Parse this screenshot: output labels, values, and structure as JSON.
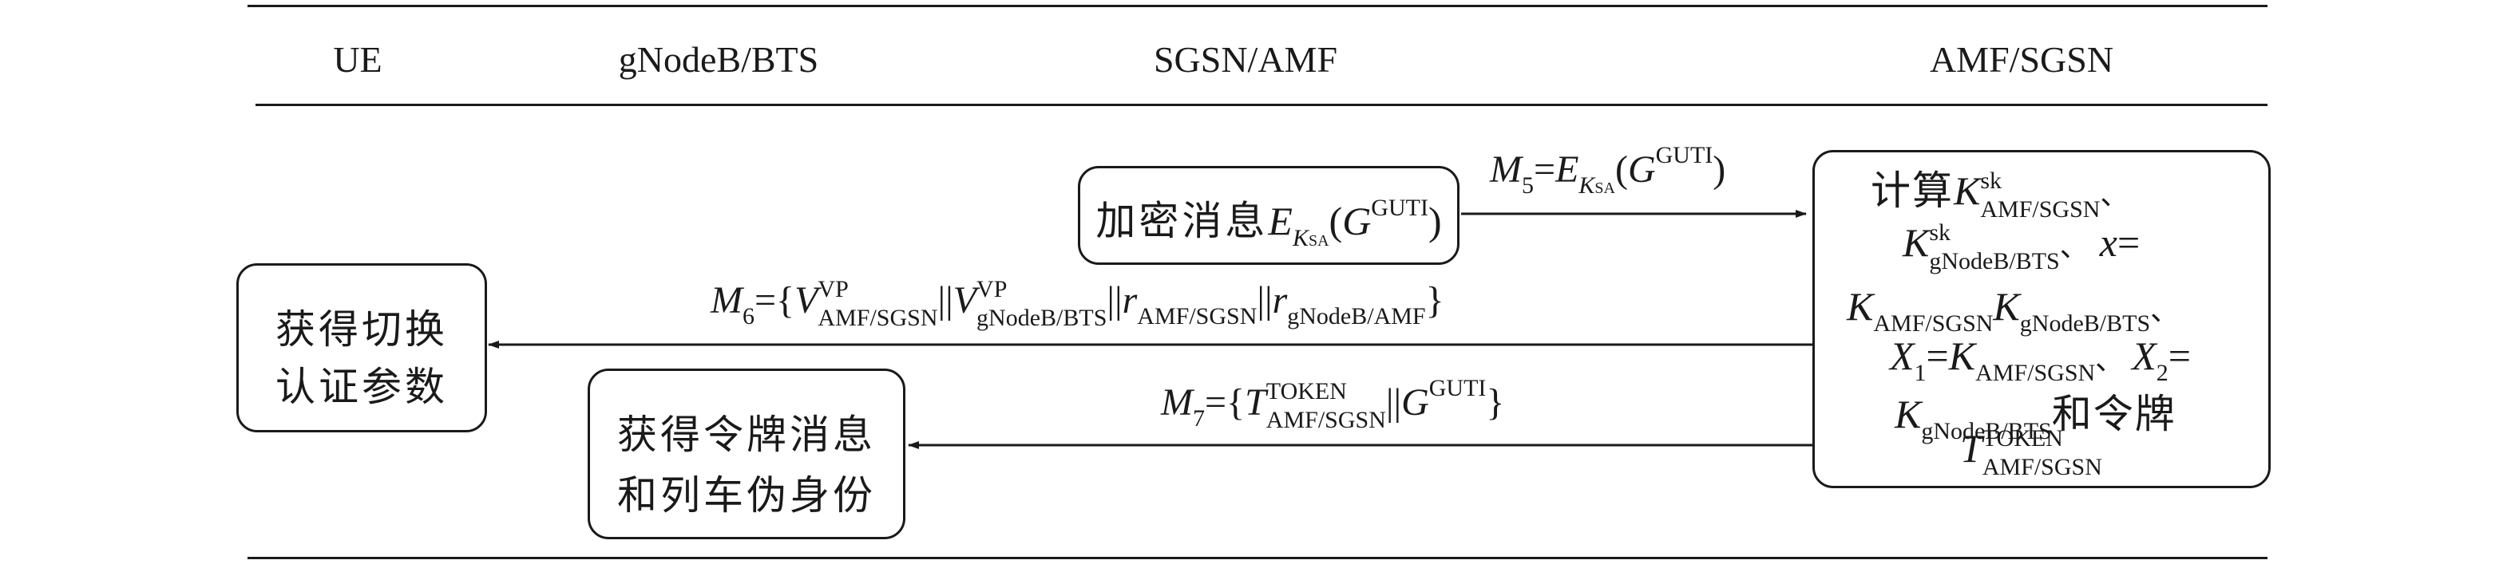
{
  "columns": [
    "UE",
    "gNodeB/BTS",
    "SGSN/AMF",
    "AMF/SGSN"
  ],
  "boxes": {
    "encrypt": {
      "prefix": "加密消息",
      "E": "E",
      "K": "K",
      "sa": "SA",
      "open": "(",
      "G": "G",
      "guti": "GUTI",
      "close": ")"
    },
    "compute": {
      "line1_cjk": "计算",
      "K": "K",
      "sk": "sk",
      "amf_sgsn": "AMF/SGSN",
      "gnodeb_bts": "gNodeB/BTS",
      "sep": "、",
      "x": "x",
      "eq": "=",
      "X": "X",
      "one": "1",
      "two": "2",
      "and_token": "和令牌",
      "T": "T",
      "token": "TOKEN"
    },
    "ue_auth": {
      "line1": "获得切换",
      "line2": "认证参数"
    },
    "bts_token": {
      "line1": "获得令牌消息",
      "line2": "和列车伪身份"
    }
  },
  "messages": {
    "m5": {
      "M": "M",
      "idx": "5",
      "eq": "=",
      "E": "E",
      "K": "K",
      "sa": "SA",
      "open": "(",
      "G": "G",
      "guti": "GUTI",
      "close": ")"
    },
    "m6": {
      "M": "M",
      "idx": "6",
      "eq": "={",
      "V": "V",
      "vp": "VP",
      "amf_sgsn": "AMF/SGSN",
      "bars": "||",
      "gnodeb_bts": "gNodeB/BTS",
      "r": "r",
      "gnodeb_amf": "gNodeB/AMF",
      "close": "}"
    },
    "m7": {
      "M": "M",
      "idx": "7",
      "eq": "={",
      "T": "T",
      "token": "TOKEN",
      "amf_sgsn": "AMF/SGSN",
      "bars": "||",
      "G": "G",
      "guti": "GUTI",
      "close": "}"
    }
  }
}
